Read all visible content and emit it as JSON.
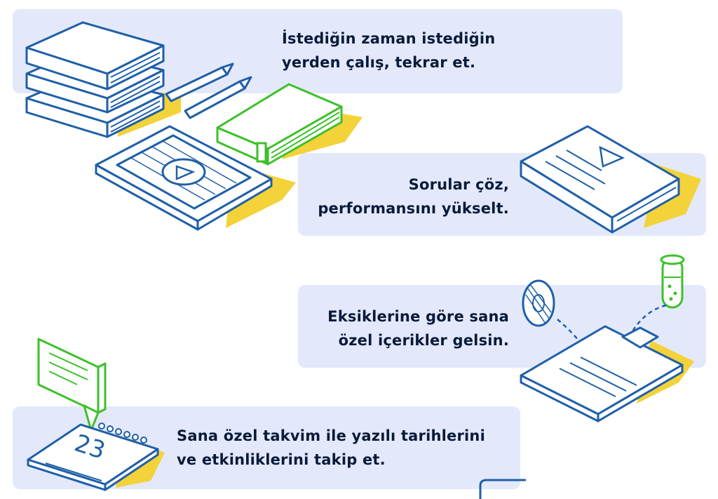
{
  "cards": [
    {
      "line1": "İstediğin zaman istediğin",
      "line2": "yerden çalış, tekrar et."
    },
    {
      "line1": "Sorular çöz,",
      "line2": "performansını yükselt."
    },
    {
      "line1": "Eksiklerine göre sana",
      "line2": "özel içerikler gelsin."
    },
    {
      "line1": "Sana özel takvim ile yazılı tarihlerini",
      "line2": "ve etkinliklerini takip et."
    }
  ],
  "calendar": {
    "day": "23"
  },
  "colors": {
    "panel": "#e3e9fb",
    "outline": "#1f5fa8",
    "accent_green": "#3cc02a",
    "accent_yellow": "#f4d23a",
    "text": "#0a1a3a"
  },
  "icons": [
    "books-icon",
    "pencil-icon",
    "notebook-icon",
    "tablet-video-icon",
    "document-icon",
    "disc-icon",
    "test-tube-icon",
    "clipboard-icon",
    "chat-bubble-icon",
    "calendar-icon"
  ]
}
